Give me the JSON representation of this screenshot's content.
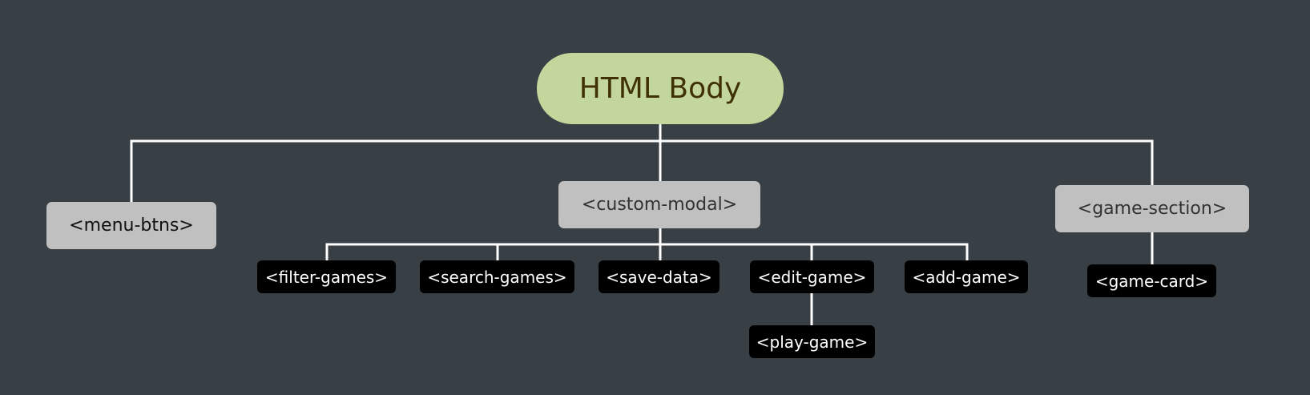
{
  "root": {
    "label": "HTML Body"
  },
  "level1": {
    "menu_btns": "<menu-btns>",
    "custom_modal": "<custom-modal>",
    "game_section": "<game-section>"
  },
  "modal_children": {
    "filter_games": "<filter-games>",
    "search_games": "<search-games>",
    "save_data": "<save-data>",
    "edit_game": "<edit-game>",
    "add_game": "<add-game>"
  },
  "edit_children": {
    "play_game": "<play-game>"
  },
  "section_children": {
    "game_card": "<game-card>"
  },
  "colors": {
    "background": "#394045",
    "root_fill": "#c3d69b",
    "root_text": "#3f3103",
    "level1_fill": "#c0c0c0",
    "leaf_fill": "#000000",
    "leaf_text": "#ffffff",
    "connector": "#ffffff"
  }
}
